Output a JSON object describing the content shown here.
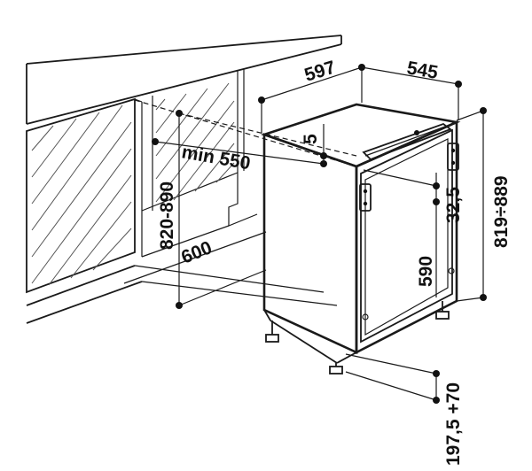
{
  "dimensions": {
    "cabinet_width": "597",
    "cabinet_depth": "545",
    "min_depth": "min 550",
    "niche_height": "820-890",
    "cabinet_height": "819÷889",
    "top_clearance": "5",
    "hinge_offset": "32,5",
    "door_height": "590",
    "niche_width": "600",
    "plinth_height": "197,5 +70"
  },
  "colors": {
    "line": "#1a1a1a",
    "hatch": "#555555",
    "background": "#ffffff"
  }
}
